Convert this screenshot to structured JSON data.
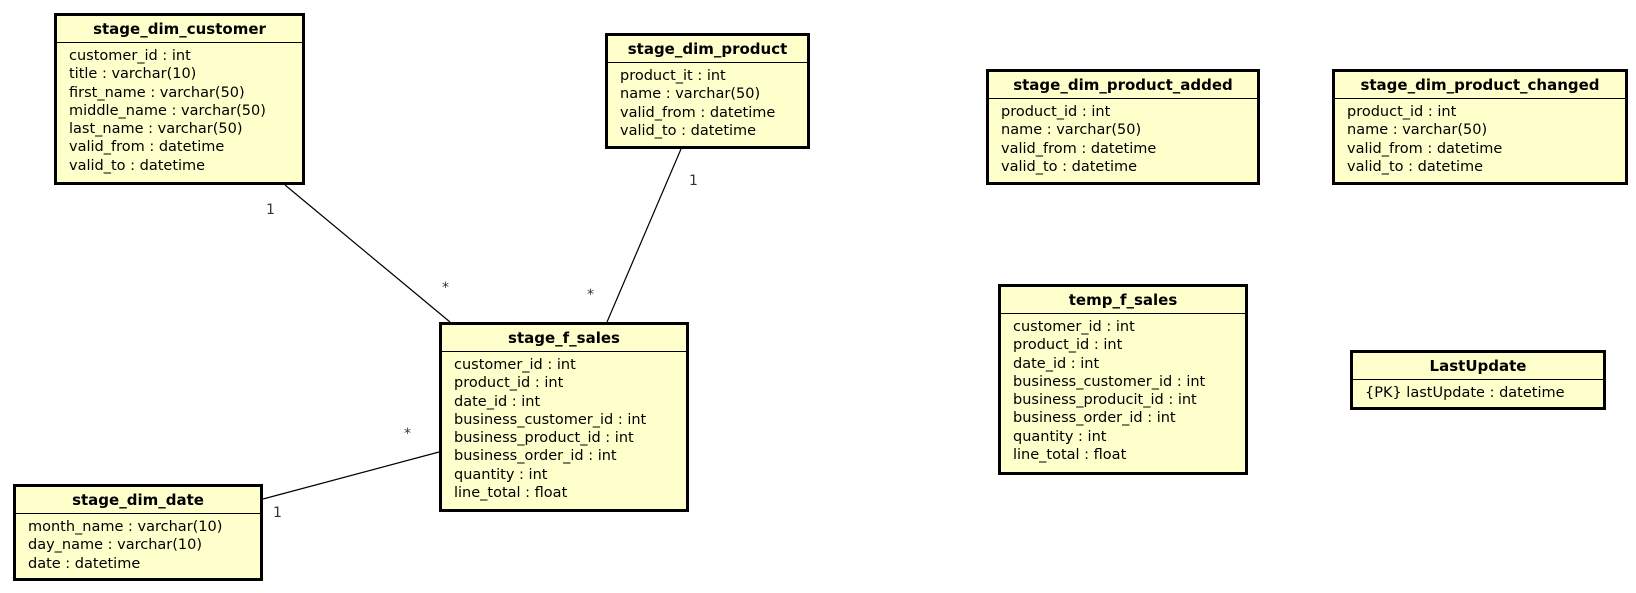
{
  "entities": {
    "stage_dim_customer": {
      "title": "stage_dim_customer",
      "attributes": [
        "customer_id : int",
        "title : varchar(10)",
        "first_name : varchar(50)",
        "middle_name : varchar(50)",
        "last_name : varchar(50)",
        "valid_from : datetime",
        "valid_to : datetime"
      ]
    },
    "stage_dim_product": {
      "title": "stage_dim_product",
      "attributes": [
        "product_it : int",
        "name : varchar(50)",
        "valid_from : datetime",
        "valid_to : datetime"
      ]
    },
    "stage_dim_product_added": {
      "title": "stage_dim_product_added",
      "attributes": [
        "product_id : int",
        "name : varchar(50)",
        "valid_from : datetime",
        "valid_to : datetime"
      ]
    },
    "stage_dim_product_changed": {
      "title": "stage_dim_product_changed",
      "attributes": [
        "product_id : int",
        "name : varchar(50)",
        "valid_from : datetime",
        "valid_to : datetime"
      ]
    },
    "stage_f_sales": {
      "title": "stage_f_sales",
      "attributes": [
        "customer_id : int",
        "product_id : int",
        "date_id : int",
        "business_customer_id : int",
        "business_product_id : int",
        "business_order_id : int",
        "quantity : int",
        "line_total : float"
      ]
    },
    "temp_f_sales": {
      "title": "temp_f_sales",
      "attributes": [
        "customer_id : int",
        "product_id : int",
        "date_id : int",
        "business_customer_id : int",
        "business_producit_id : int",
        "business_order_id : int",
        "quantity : int",
        "line_total : float"
      ]
    },
    "stage_dim_date": {
      "title": "stage_dim_date",
      "attributes": [
        "month_name : varchar(10)",
        "day_name : varchar(10)",
        "date : datetime"
      ]
    },
    "LastUpdate": {
      "title": "LastUpdate",
      "attributes": [
        "{PK} lastUpdate : datetime"
      ]
    }
  },
  "relations": {
    "customer_sales": {
      "from_mult": "1",
      "to_mult": "*"
    },
    "product_sales": {
      "from_mult": "1",
      "to_mult": "*"
    },
    "date_sales": {
      "from_mult": "1",
      "to_mult": "*"
    }
  },
  "colors": {
    "entity_fill": "#ffffcc",
    "border": "#000000"
  }
}
